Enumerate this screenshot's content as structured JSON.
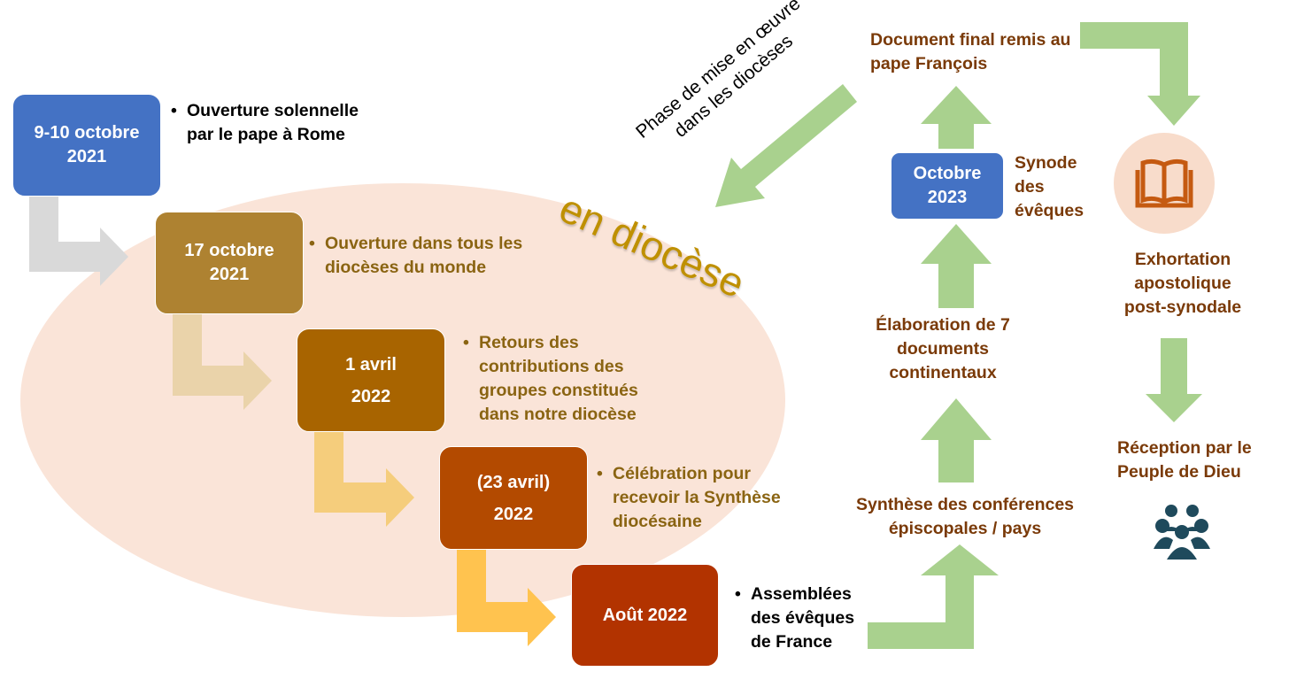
{
  "colors": {
    "ellipse": "#fae4d8",
    "green_arrow": "#a9d18e",
    "blue": "#4472c4"
  },
  "timeline": [
    {
      "date_line1": "9-10 octobre",
      "date_line2": "2021",
      "desc": "Ouverture solennelle par le pape à Rome",
      "box_color": "#4472c4",
      "arrow_color": "#d9d9d9"
    },
    {
      "date_line1": "17 octobre",
      "date_line2": "2021",
      "desc": "Ouverture dans tous les diocèses du monde",
      "box_color": "#ae8231",
      "arrow_color": "#ead3aa"
    },
    {
      "date_line1": "1 avril",
      "date_line2": "2022",
      "desc": "Retours des contributions des groupes constitués dans notre diocèse",
      "box_color": "#a86400",
      "arrow_color": "#f5cd7c"
    },
    {
      "date_line1": "(23 avril)",
      "date_line2": "2022",
      "desc": "Célébration  pour recevoir la Synthèse diocésaine",
      "box_color": "#b34a00",
      "arrow_color": "#ffc34f"
    },
    {
      "date_line1": "Août  2022",
      "date_line2": "",
      "desc": "Assemblées des évêques de France",
      "box_color": "#b23300"
    }
  ],
  "phase_label": "Phase de mise en œuvre dans les diocèses",
  "en_diocese": "en diocèse",
  "right": {
    "synthese": "Synthèse des conférences épiscopales / pays",
    "elaboration": "Élaboration de 7 documents continentaux",
    "octobre_line1": "Octobre",
    "octobre_line2": "2023",
    "synode": "Synode des évêques",
    "document_final": "Document final remis au pape François",
    "exhortation": "Exhortation apostolique post-synodale",
    "reception": "Réception par le Peuple de Dieu"
  },
  "icons": {
    "book": "book-icon",
    "people": "people-group-icon"
  }
}
